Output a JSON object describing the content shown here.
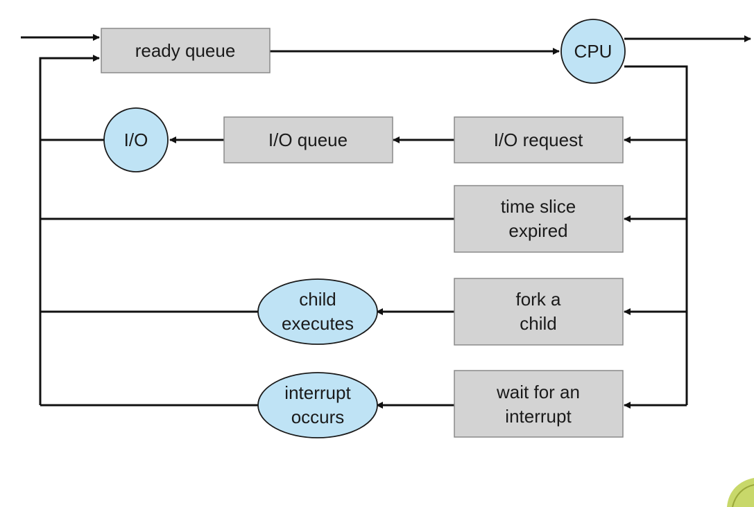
{
  "nodes": {
    "ready_queue": "ready queue",
    "cpu": "CPU",
    "io": "I/O",
    "io_queue": "I/O queue",
    "io_request": "I/O request",
    "time_slice": [
      "time slice",
      "expired"
    ],
    "fork_child": [
      "fork a",
      "child"
    ],
    "child_executes": [
      "child",
      "executes"
    ],
    "wait_interrupt": [
      "wait for an",
      "interrupt"
    ],
    "interrupt_occurs": [
      "interrupt",
      "occurs"
    ]
  },
  "colors": {
    "queue_box": "#d3d3d3",
    "resource_node": "#bfe3f5",
    "line": "#111111"
  }
}
